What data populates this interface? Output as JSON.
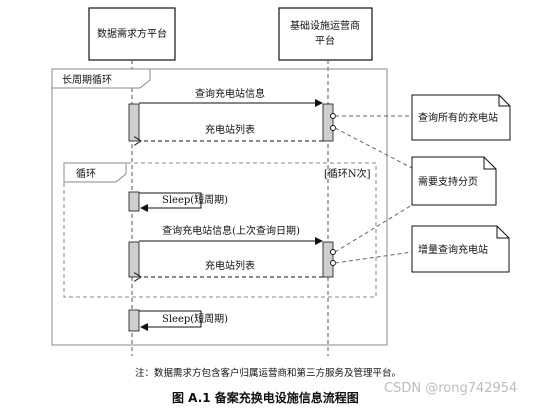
{
  "participants": {
    "left": "数据需求方平台",
    "right_line1": "基础设施运营商",
    "right_line2": "平台"
  },
  "frames": {
    "outer_label": "长周期循环",
    "inner_label": "循环",
    "inner_guard": "[循环N次]"
  },
  "messages": {
    "m1": "查询充电站信息",
    "m2": "充电站列表",
    "m3": "Sleep(短周期)",
    "m4": "查询充电站信息(上次查询日期)",
    "m5": "充电站列表",
    "m6": "Sleep(短周期)"
  },
  "notes": {
    "n1": "查询所有的充电站",
    "n2": "需要支持分页",
    "n3": "增量查询充电站"
  },
  "footnote": "注：数据需求方包含客户归属运营商和第三方服务及管理平台。",
  "caption": "图 A.1    备案充换电设施信息流程图",
  "watermark": "CSDN @rong742954"
}
